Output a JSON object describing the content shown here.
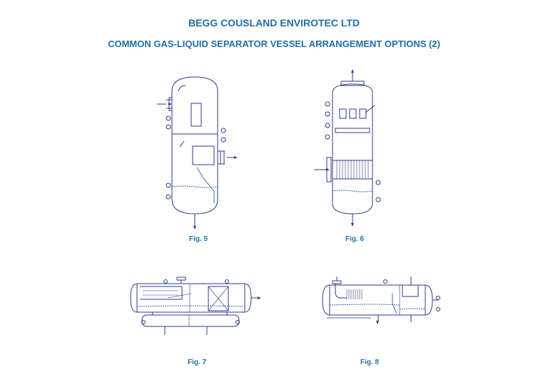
{
  "header": {
    "company": "BEGG COUSLAND ENVIROTEC LTD",
    "subtitle": "COMMON GAS-LIQUID SEPARATOR VESSEL ARRANGEMENT OPTIONS (2)"
  },
  "figures": [
    {
      "label": "Fig. 5"
    },
    {
      "label": "Fig. 6"
    },
    {
      "label": "Fig. 7"
    },
    {
      "label": "Fig. 8"
    }
  ],
  "colors": {
    "title": "#1f6fa8",
    "vessel_stroke": "#2b3a8c",
    "liquid": "#3a6fb0"
  }
}
